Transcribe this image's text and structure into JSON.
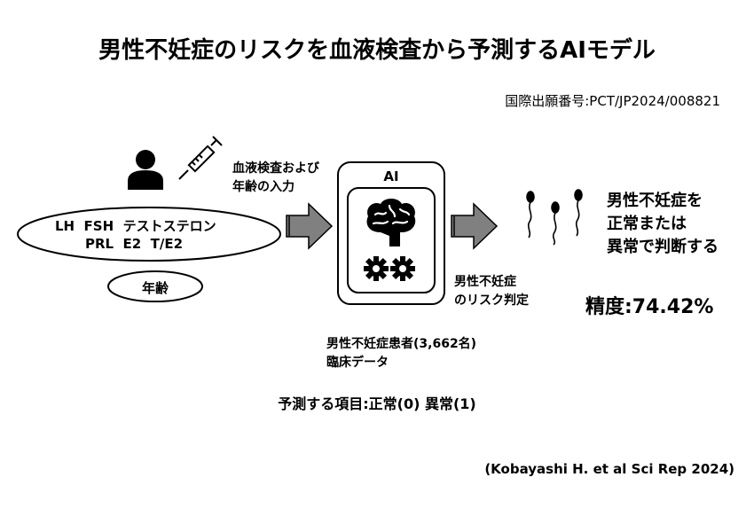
{
  "title": "男性不妊症のリスクを血液検査から予測するAIモデル",
  "patent": "国際出願番号:PCT/JP2024/008821",
  "inputs": {
    "caption_line1": "血液検査および",
    "caption_line2": "年齢の入力",
    "hormones_line1": "LH  FSH  テストステロン",
    "hormones_line2": "PRL  E2  T/E2",
    "age": "年齢"
  },
  "ai_box": {
    "label": "AI"
  },
  "judgment": {
    "line1": "男性不妊症",
    "line2": "のリスク判定"
  },
  "training": {
    "line1": "男性不妊症患者(3,662名)",
    "line2": "臨床データ"
  },
  "prediction_items": "予測する項目:正常(0) 異常(1)",
  "result": {
    "line1": "男性不妊症を",
    "line2": "正常または",
    "line3": "異常で判断する"
  },
  "accuracy": "精度:74.42%",
  "citation": "(Kobayashi H. et al Sci Rep 2024)",
  "icons": [
    "person-icon",
    "syringe-icon",
    "brain-icon",
    "gears-icon",
    "sperm-icon"
  ],
  "colors": {
    "arrow_fill": "#808080",
    "text": "#000000",
    "background": "#ffffff"
  }
}
